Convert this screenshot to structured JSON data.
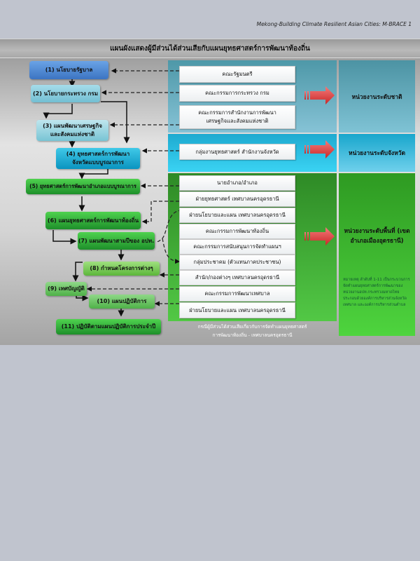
{
  "header": {
    "running_title": "Mekong-Building Climate Resilient Asian Cities: M-BRACE  1"
  },
  "diagram": {
    "title": "แผนผังแสดงผู้มีส่วนได้ส่วนเสียกับแผนยุทธศาสตร์การพัฒนาท้องถิ่น",
    "steps": [
      "(1) นโยบายรัฐบาล",
      "(2) นโยบายกระทรวง กรม",
      "(3) แผนพัฒนาเศรษฐกิจ\nและสังคมแห่งชาติ",
      "(4) ยุทธศาสตร์การพัฒนา\nจังหวัดแบบบูรณาการ",
      "(5) ยุทธศาสตร์การพัฒนาอำเภอแบบบูรณาการ",
      "(6) แผนยุทธศาสตร์การพัฒนาท้องถิ่น",
      "(7) แผนพัฒนาสามปีของ อปท.",
      "(8) กำหนดโครงการต่างๆ",
      "(9) เทศบัญญัติ",
      "(10) แผนปฏิบัติการ",
      "(11) ปฏิบัติตามแผนปฏิบัติการประจำปี"
    ],
    "stakeholders": {
      "national": [
        "คณะรัฐมนตรี",
        "คณะกรรมการกระทรวง กรม",
        "คณะกรรมการสำนักงานการพัฒนา\nเศรษฐกิจและสังคมแห่งชาติ"
      ],
      "provincial": [
        "กลุ่มงานยุทธศาสตร์ สำนักงานจังหวัด"
      ],
      "local": [
        "นายอำเภอ/อำเภอ",
        "ฝ่ายยุทธศาสตร์ เทศบาลนครอุดรธานี",
        "ฝ่ายนโยบายและแผน เทศบาลนครอุดรธานี",
        "คณะกรรมการพัฒนาท้องถิ่น",
        "คณะกรรมการสนับสนุนการจัดทำแผนฯ",
        "กลุ่มประชาคม (ตัวแทนภาคประชาชน)",
        "สำนัก/กองต่างๆ เทศบาลนครอุดรธานี",
        "คณะกรรมการพัฒนาเทศบาล",
        "ฝ่ายนโยบายและแผน เทศบาลนครอุดรธานี"
      ]
    },
    "levels": {
      "national": "หน่วยงานระดับชาติ",
      "provincial": "หน่วยงานระดับจังหวัด",
      "local": "หน่วยงานระดับพื้นที่ (เขตอำเภอเมืองอุดรธานี)",
      "note": "หมายเหตุ ลำดับที่ 1-11 เป็นกระบวนการจัดทำแผนยุทธศาสตร์การพัฒนาของหน่วยงานอปท.กระทรวงมหาดไทย ประกอบด้วยองค์การบริหารส่วนจังหวัด เทศบาล และองค์การบริหารส่วนตำบล"
    },
    "caption": "กรณีผู้มีส่วนได้ส่วนเสียเกี่ยวกับการจัดทำแผนยุทธศาสตร์\nการพัฒนาท้องถิ่น - เทศบาลนครอุดรธานี",
    "colors": {
      "arrow_red": "#e43b3b",
      "connector": "#111111"
    }
  }
}
